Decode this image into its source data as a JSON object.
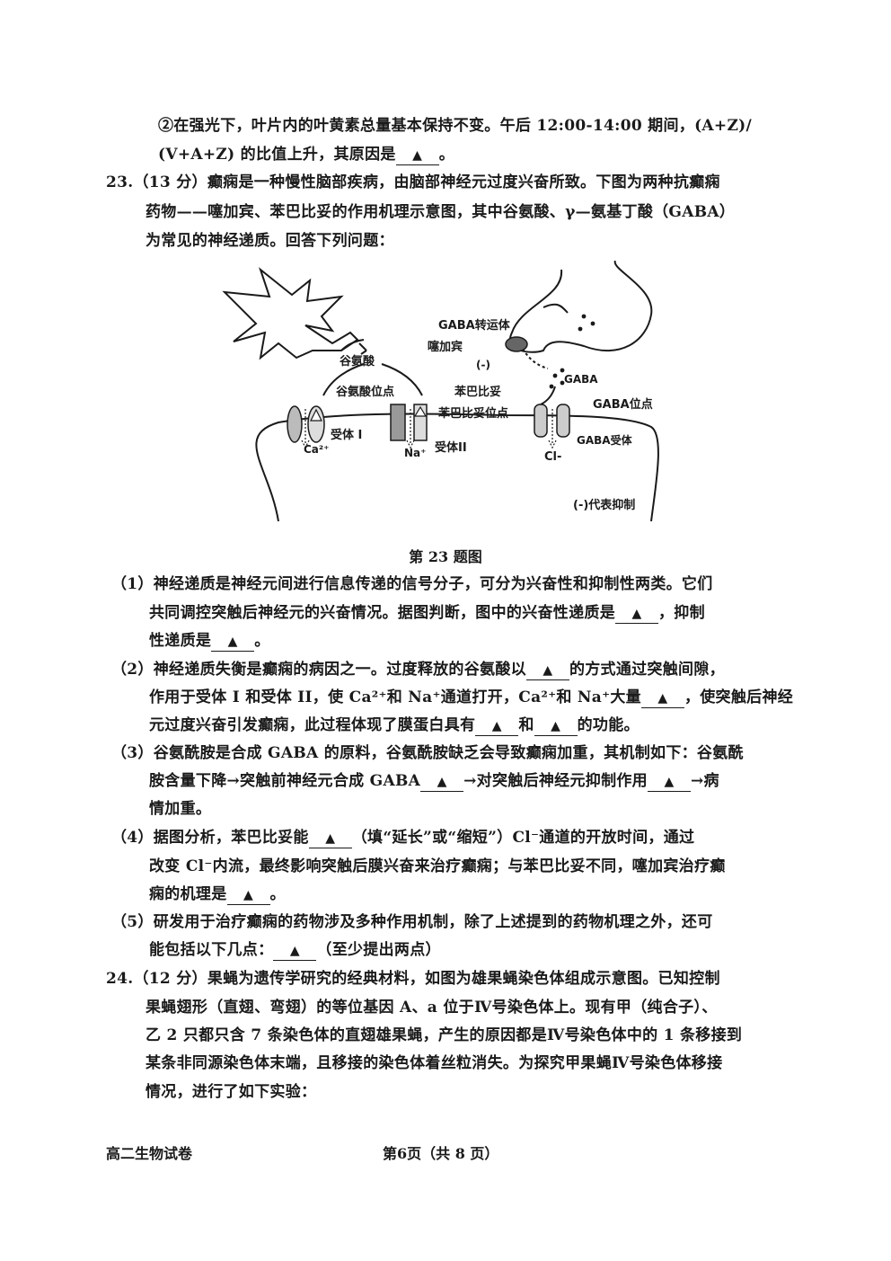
{
  "top": {
    "l1": "②在强光下，叶片内的叶黄素总量基本保持不变。午后 12:00-14:00 期间，(A+Z)/",
    "l2a": "(V+A+Z) 的比值上升，其原因是",
    "l2b": "。"
  },
  "q23": {
    "intro1": "23.（13 分）癫痫是一种慢性脑部疾病，由脑部神经元过度兴奋所致。下图为两种抗癫痫",
    "intro2": "药物——噻加宾、苯巴比妥的作用机理示意图，其中谷氨酸、γ—氨基丁酸（GABA）",
    "intro3": "为常见的神经递质。回答下列问题：",
    "figure": {
      "caption": "第 23 题图",
      "labels": {
        "gaba_transporter": "GABA转运体",
        "tiagabine": "噻加宾",
        "inhibit": "(-)",
        "gaba": "GABA",
        "glutamate": "谷氨酸",
        "glutamate_site": "谷氨酸位点",
        "phenobarbital": "苯巴比妥",
        "phenobarbital_site": "苯巴比妥位点",
        "gaba_site": "GABA位点",
        "gaba_receptor": "GABA受体",
        "receptor1": "受体 I",
        "receptor2": "受体II",
        "ca": "Ca²⁺",
        "na": "Na⁺",
        "cl": "Cl-",
        "legend": "(-)代表抑制"
      }
    },
    "p1a": "（1）神经递质是神经元间进行信息传递的信号分子，可分为兴奋性和抑制性两类。它们",
    "p1b": "共同调控突触后神经元的兴奋情况。据图判断，图中的兴奋性递质是",
    "p1c": "，抑制",
    "p1d": "性递质是",
    "p1e": "。",
    "p2a": "（2）神经递质失衡是癫痫的病因之一。过度释放的谷氨酸以",
    "p2b": "的方式通过突触间隙，",
    "p2c": "作用于受体 I 和受体 II，使 Ca²⁺和 Na⁺通道打开，Ca²⁺和 Na⁺大量",
    "p2d": "，使突触后神经",
    "p2e": "元过度兴奋引发癫痫，此过程体现了膜蛋白具有",
    "p2f": "和",
    "p2g": "的功能。",
    "p3a": "（3）谷氨酰胺是合成 GABA 的原料，谷氨酰胺缺乏会导致癫痫加重，其机制如下：谷氨酰",
    "p3b": "胺含量下降→突触前神经元合成 GABA",
    "p3c": "→对突触后神经元抑制作用",
    "p3d": "→病",
    "p3e": "情加重。",
    "p4a": "（4）据图分析，苯巴比妥能",
    "p4b": "（填“延长”或“缩短”）Cl⁻通道的开放时间，通过",
    "p4c": "改变 Cl⁻内流，最终影响突触后膜兴奋来治疗癫痫；与苯巴比妥不同，噻加宾治疗癫",
    "p4d": "痫的机理是",
    "p4e": "。",
    "p5a": "（5）研发用于治疗癫痫的药物涉及多种作用机制，除了上述提到的药物机理之外，还可",
    "p5b": "能包括以下几点：",
    "p5c": "（至少提出两点）"
  },
  "q24": {
    "l1": "24.（12 分）果蝇为遗传学研究的经典材料，如图为雄果蝇染色体组成示意图。已知控制",
    "l2": "果蝇翅形（直翅、弯翅）的等位基因 A、a 位于Ⅳ号染色体上。现有甲（纯合子）、",
    "l3": "乙 2 只都只含 7 条染色体的直翅雄果蝇，产生的原因都是Ⅳ号染色体中的 1 条移接到",
    "l4": "某条非同源染色体末端，且移接的染色体着丝粒消失。为探究甲果蝇Ⅳ号染色体移接",
    "l5": "情况，进行了如下实验："
  },
  "blank_mark": "▲",
  "footer": {
    "subject": "高二生物试卷",
    "page": "第6页（共 8 页）"
  }
}
